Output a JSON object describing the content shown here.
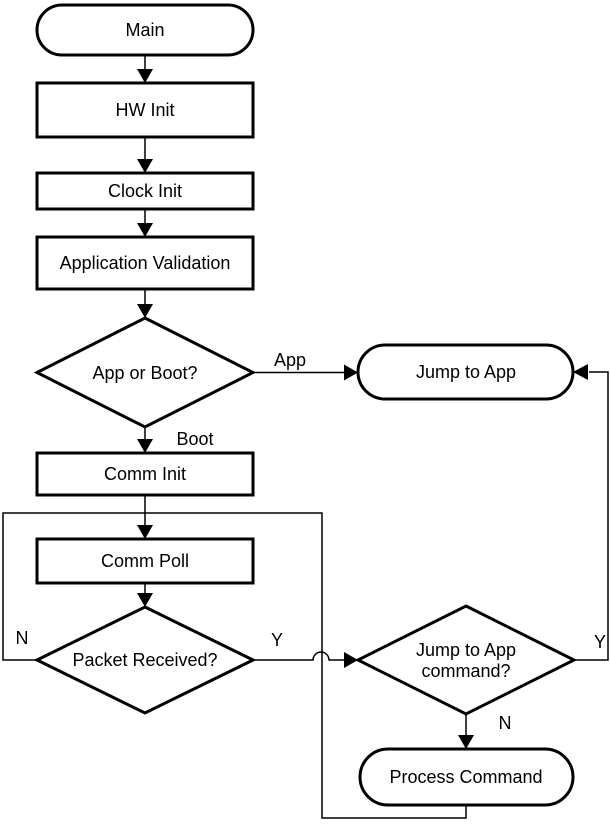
{
  "diagram": {
    "type": "flowchart",
    "colors": {
      "background": "#ffffff",
      "shape_fill": "#ffffff",
      "stroke": "#000000",
      "text": "#000000"
    },
    "nodes": {
      "main": {
        "label": "Main",
        "shape": "terminator"
      },
      "hw_init": {
        "label": "HW Init",
        "shape": "process"
      },
      "clock_init": {
        "label": "Clock Init",
        "shape": "process"
      },
      "application_validation": {
        "label": "Application Validation",
        "shape": "process"
      },
      "app_or_boot": {
        "label": "App or Boot?",
        "shape": "decision"
      },
      "jump_to_app": {
        "label": "Jump to App",
        "shape": "terminator"
      },
      "comm_init": {
        "label": "Comm Init",
        "shape": "process"
      },
      "comm_poll": {
        "label": "Comm Poll",
        "shape": "process"
      },
      "packet_received": {
        "label": "Packet Received?",
        "shape": "decision"
      },
      "jump_to_app_command": {
        "label_line1": "Jump to App",
        "label_line2": "command?",
        "shape": "decision"
      },
      "process_command": {
        "label": "Process Command",
        "shape": "terminator"
      }
    },
    "edge_labels": {
      "app": "App",
      "boot": "Boot",
      "packet_received_no": "N",
      "packet_received_yes": "Y",
      "jump_command_yes": "Y",
      "jump_command_no": "N"
    }
  }
}
